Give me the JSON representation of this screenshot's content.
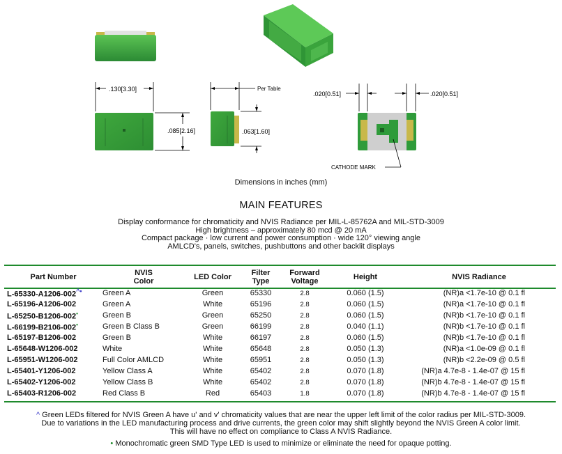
{
  "drawings": {
    "dim_width": ".130[3.30]",
    "dim_height": ".085[2.16]",
    "dim_thickness": ".063[1.60]",
    "per_table": "Per Table",
    "dim_pad_left": ".020[0.51]",
    "dim_pad_right": ".020[0.51]",
    "cathode_mark": "CATHODE MARK",
    "caption": "Dimensions in inches (mm)",
    "body_color": "#2f9b3a",
    "pad_color": "#c8b84a"
  },
  "main": {
    "title": "MAIN FEATURES",
    "features": [
      "Display conformance for chromaticity and NVIS Radiance per MIL-L-85762A and MIL-STD-3009",
      "High brightness – approximately 80 mcd @ 20 mA",
      "Compact package · low current and power consumption · wide 120° viewing angle",
      "AMLCD's, panels, switches, pushbuttons and other backlit displays"
    ]
  },
  "table": {
    "headers": {
      "part_number": "Part Number",
      "nvis_color_1": "NVIS",
      "nvis_color_2": "Color",
      "led_color": "LED Color",
      "filter_type_1": "Filter",
      "filter_type_2": "Type",
      "forward_voltage_1": "Forward",
      "forward_voltage_2": "Voltage",
      "height": "Height",
      "nvis_radiance": "NVIS Radiance"
    },
    "rows": [
      {
        "part": "L-65330-A1206-002",
        "mark": "^•",
        "nvis": "Green A",
        "led": "Green",
        "filter": "65330",
        "fv": "2.8",
        "height": "0.060 (1.5)",
        "radiance": "(NR)a <1.7e-10 @ 0.1 fl"
      },
      {
        "part": "L-65196-A1206-002",
        "mark": "",
        "nvis": "Green A",
        "led": "White",
        "filter": "65196",
        "fv": "2.8",
        "height": "0.060 (1.5)",
        "radiance": "(NR)a <1.7e-10 @ 0.1 fl"
      },
      {
        "part": "L-65250-B1206-002",
        "mark": "•",
        "nvis": "Green B",
        "led": "Green",
        "filter": "65250",
        "fv": "2.8",
        "height": "0.060 (1.5)",
        "radiance": "(NR)b <1.7e-10 @ 0.1 fl"
      },
      {
        "part": "L-66199-B2106-002",
        "mark": "•",
        "nvis": "Green B Class B",
        "led": "Green",
        "filter": "66199",
        "fv": "2.8",
        "height": "0.040 (1.1)",
        "radiance": "(NR)b <1.7e-10 @ 0.1 fl"
      },
      {
        "part": "L-65197-B1206-002",
        "mark": "",
        "nvis": "Green B",
        "led": "White",
        "filter": "66197",
        "fv": "2.8",
        "height": "0.060 (1.5)",
        "radiance": "(NR)b <1.7e-10 @ 0.1 fl"
      },
      {
        "part": "L-65648-W1206-002",
        "mark": "",
        "nvis": "White",
        "led": "White",
        "filter": "65648",
        "fv": "2.8",
        "height": "0.050 (1.3)",
        "radiance": "(NR)a <1.0e-09 @ 0.1 fl"
      },
      {
        "part": "L-65951-W1206-002",
        "mark": "",
        "nvis": "Full Color AMLCD",
        "led": "White",
        "filter": "65951",
        "fv": "2.8",
        "height": "0.050 (1.3)",
        "radiance": "(NR)b <2.2e-09 @ 0.5 fl"
      },
      {
        "part": "L-65401-Y1206-002",
        "mark": "",
        "nvis": "Yellow Class A",
        "led": "White",
        "filter": "65402",
        "fv": "2.8",
        "height": "0.070 (1.8)",
        "radiance": "(NR)a 4.7e-8 - 1.4e-07 @ 15 fl"
      },
      {
        "part": "L-65402-Y1206-002",
        "mark": "",
        "nvis": "Yellow Class B",
        "led": "White",
        "filter": "65402",
        "fv": "2.8",
        "height": "0.070 (1.8)",
        "radiance": "(NR)b 4.7e-8 - 1.4e-07 @ 15 fl"
      },
      {
        "part": "L-65403-R1206-002",
        "mark": "",
        "nvis": "Red Class B",
        "led": "Red",
        "filter": "65403",
        "fv": "1.8",
        "height": "0.070 (1.8)",
        "radiance": "(NR)b 4.7e-8 - 1.4e-07 @ 15 fl"
      }
    ]
  },
  "footnotes": {
    "caret_symbol": "^",
    "caret_lines": [
      "Green LEDs filtered for NVIS Green A have u' and v' chromaticity values that are near the upper left limit of the color radius per MIL-STD-3009.",
      "Due to variations in the LED manufacturing process and drive currents, the green color may shift slightly beyond the NVIS Green A color limit.",
      "This will have no effect on compliance to Class A NVIS Radiance."
    ],
    "dot_symbol": "•",
    "dot_line": "Monochromatic green SMD Type LED is used to minimize or eliminate the need for opaque potting."
  },
  "colors": {
    "accent_green": "#1e8a2c",
    "caret_blue": "#3a3ac8"
  }
}
